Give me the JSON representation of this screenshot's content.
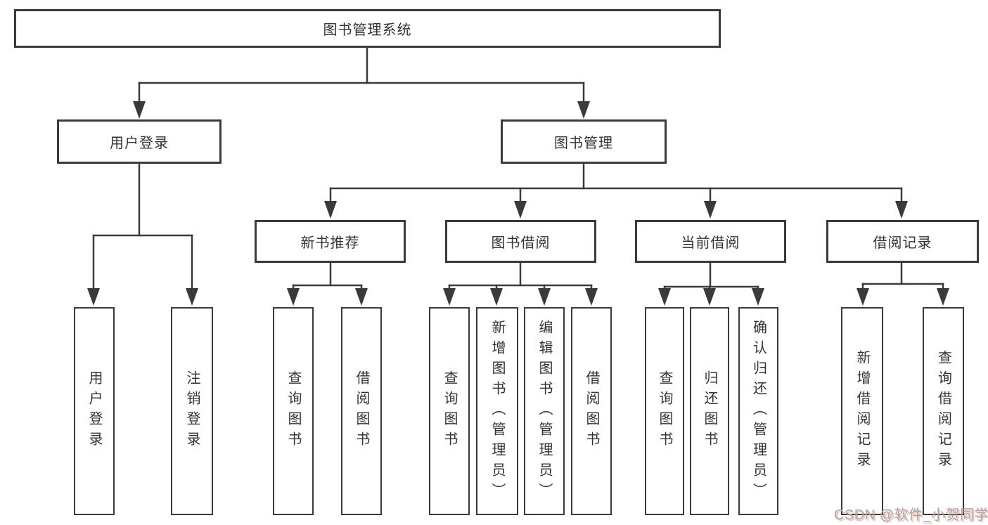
{
  "diagram": {
    "root": {
      "label": "图书管理系统"
    },
    "level2": [
      {
        "label": "用户登录"
      },
      {
        "label": "图书管理"
      }
    ],
    "level3": [
      {
        "label": "新书推荐",
        "parent": "图书管理"
      },
      {
        "label": "图书借阅",
        "parent": "图书管理"
      },
      {
        "label": "当前借阅",
        "parent": "图书管理"
      },
      {
        "label": "借阅记录",
        "parent": "图书管理"
      }
    ],
    "leaves": [
      {
        "label": "用户登录",
        "parent": "用户登录"
      },
      {
        "label": "注销登录",
        "parent": "用户登录"
      },
      {
        "label": "查询图书",
        "parent": "新书推荐"
      },
      {
        "label": "借阅图书",
        "parent": "新书推荐"
      },
      {
        "label": "查询图书",
        "parent": "图书借阅"
      },
      {
        "label": "新增图书（管理员）",
        "parent": "图书借阅"
      },
      {
        "label": "编辑图书（管理员）",
        "parent": "图书借阅"
      },
      {
        "label": "借阅图书",
        "parent": "图书借阅"
      },
      {
        "label": "查询图书",
        "parent": "当前借阅"
      },
      {
        "label": "归还图书",
        "parent": "当前借阅"
      },
      {
        "label": "确认归还（管理员）",
        "parent": "当前借阅"
      },
      {
        "label": "新增借阅记录",
        "parent": "借阅记录"
      },
      {
        "label": "查询借阅记录",
        "parent": "借阅记录"
      }
    ]
  },
  "watermark": {
    "text": "CSDN @软件_小贺同学"
  },
  "colors": {
    "line": "#3a3a3a",
    "text": "#333333",
    "background": "#ffffff",
    "watermark": "#a6a6a6"
  }
}
